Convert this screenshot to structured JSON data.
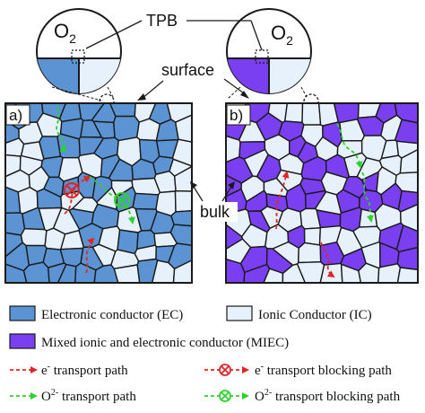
{
  "labels": {
    "o2_left": "O",
    "o2_left_sub": "2",
    "o2_right": "O",
    "o2_right_sub": "2",
    "tpb": "TPB",
    "surface": "surface",
    "bulk": "bulk",
    "panel_a": "a)",
    "panel_b": "b)"
  },
  "legend": {
    "ec": "Electronic conductor (EC)",
    "ic": "Ionic Conductor (IC)",
    "miec": "Mixed ionic and electronic conductor (MIEC)",
    "e_transport_prefix": "e",
    "e_transport_sup": "-",
    "e_transport_rest": " transport path",
    "e_blocking_prefix": "e",
    "e_blocking_sup": "-",
    "e_blocking_rest": " transport blocking path",
    "o_transport_prefix": "O",
    "o_transport_sup": "2-",
    "o_transport_rest": " transport path",
    "o_blocking_prefix": "O",
    "o_blocking_sup": "2-",
    "o_blocking_rest": " transport blocking path"
  },
  "colors": {
    "ec_blue": "#5b93d3",
    "ic_light": "#e6f1fb",
    "miec_purple": "#7a3ff0",
    "e_path_red": "#e02525",
    "o_path_green": "#2fd12f",
    "edge": "#1a1a1a"
  },
  "icons": {
    "blocking_marker": "circled-x-icon",
    "arrow": "dashed-arrow-icon"
  }
}
